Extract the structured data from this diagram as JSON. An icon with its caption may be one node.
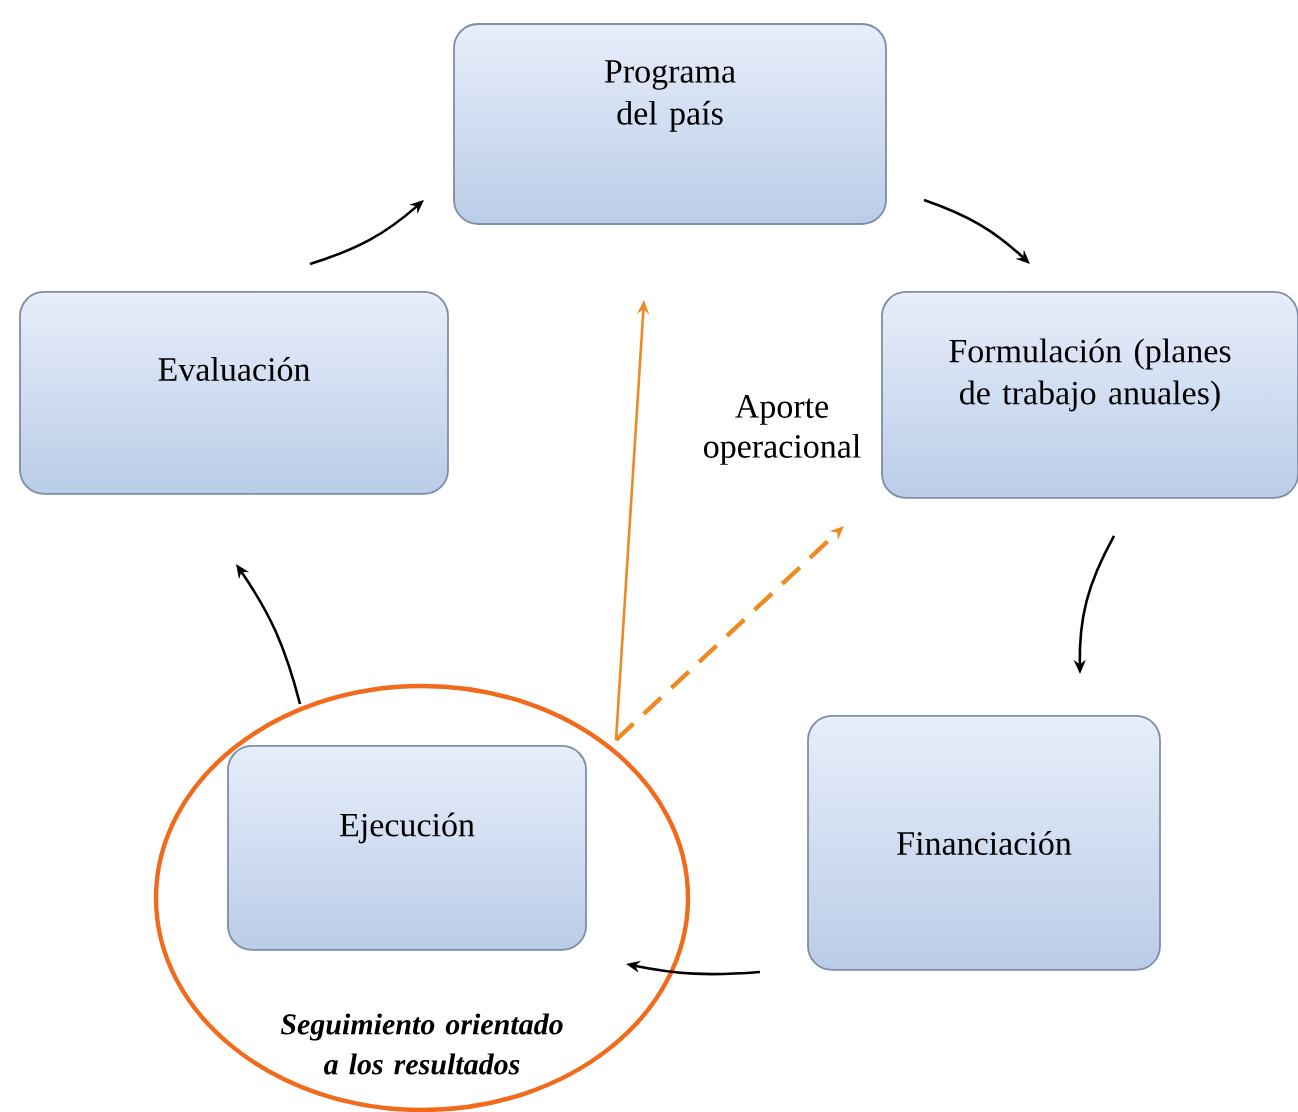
{
  "diagram": {
    "nodes": [
      {
        "text": [
          "Programa del país"
        ]
      },
      {
        "text": [
          "Evaluación"
        ]
      },
      {
        "text": [
          "Formulación (planes de trabajo anuales)"
        ]
      },
      {
        "text": [
          "Seguimiento orientado a los resultados"
        ]
      },
      {
        "text": [
          "Ejecución"
        ],
        "in": 3
      },
      {
        "text": [
          "Financiación"
        ]
      }
    ],
    "edges": [
      {
        "from": 0,
        "to": 2,
        "arrow": "to"
      },
      {
        "from": 2,
        "to": 5,
        "arrow": "to"
      },
      {
        "from": 5,
        "to": 4,
        "arrow": "to"
      },
      {
        "from": 3,
        "to": 1,
        "arrow": "to"
      },
      {
        "from": 1,
        "to": 0,
        "arrow": "to"
      },
      {
        "from": 3,
        "to": null,
        "arrow": "to",
        "color": "#ee8a22"
      },
      {
        "from": 3,
        "to": null,
        "arrow": "to",
        "style": "dashed",
        "color": "#ee8a22"
      }
    ],
    "labels": [
      "Aporte operacional"
    ]
  }
}
